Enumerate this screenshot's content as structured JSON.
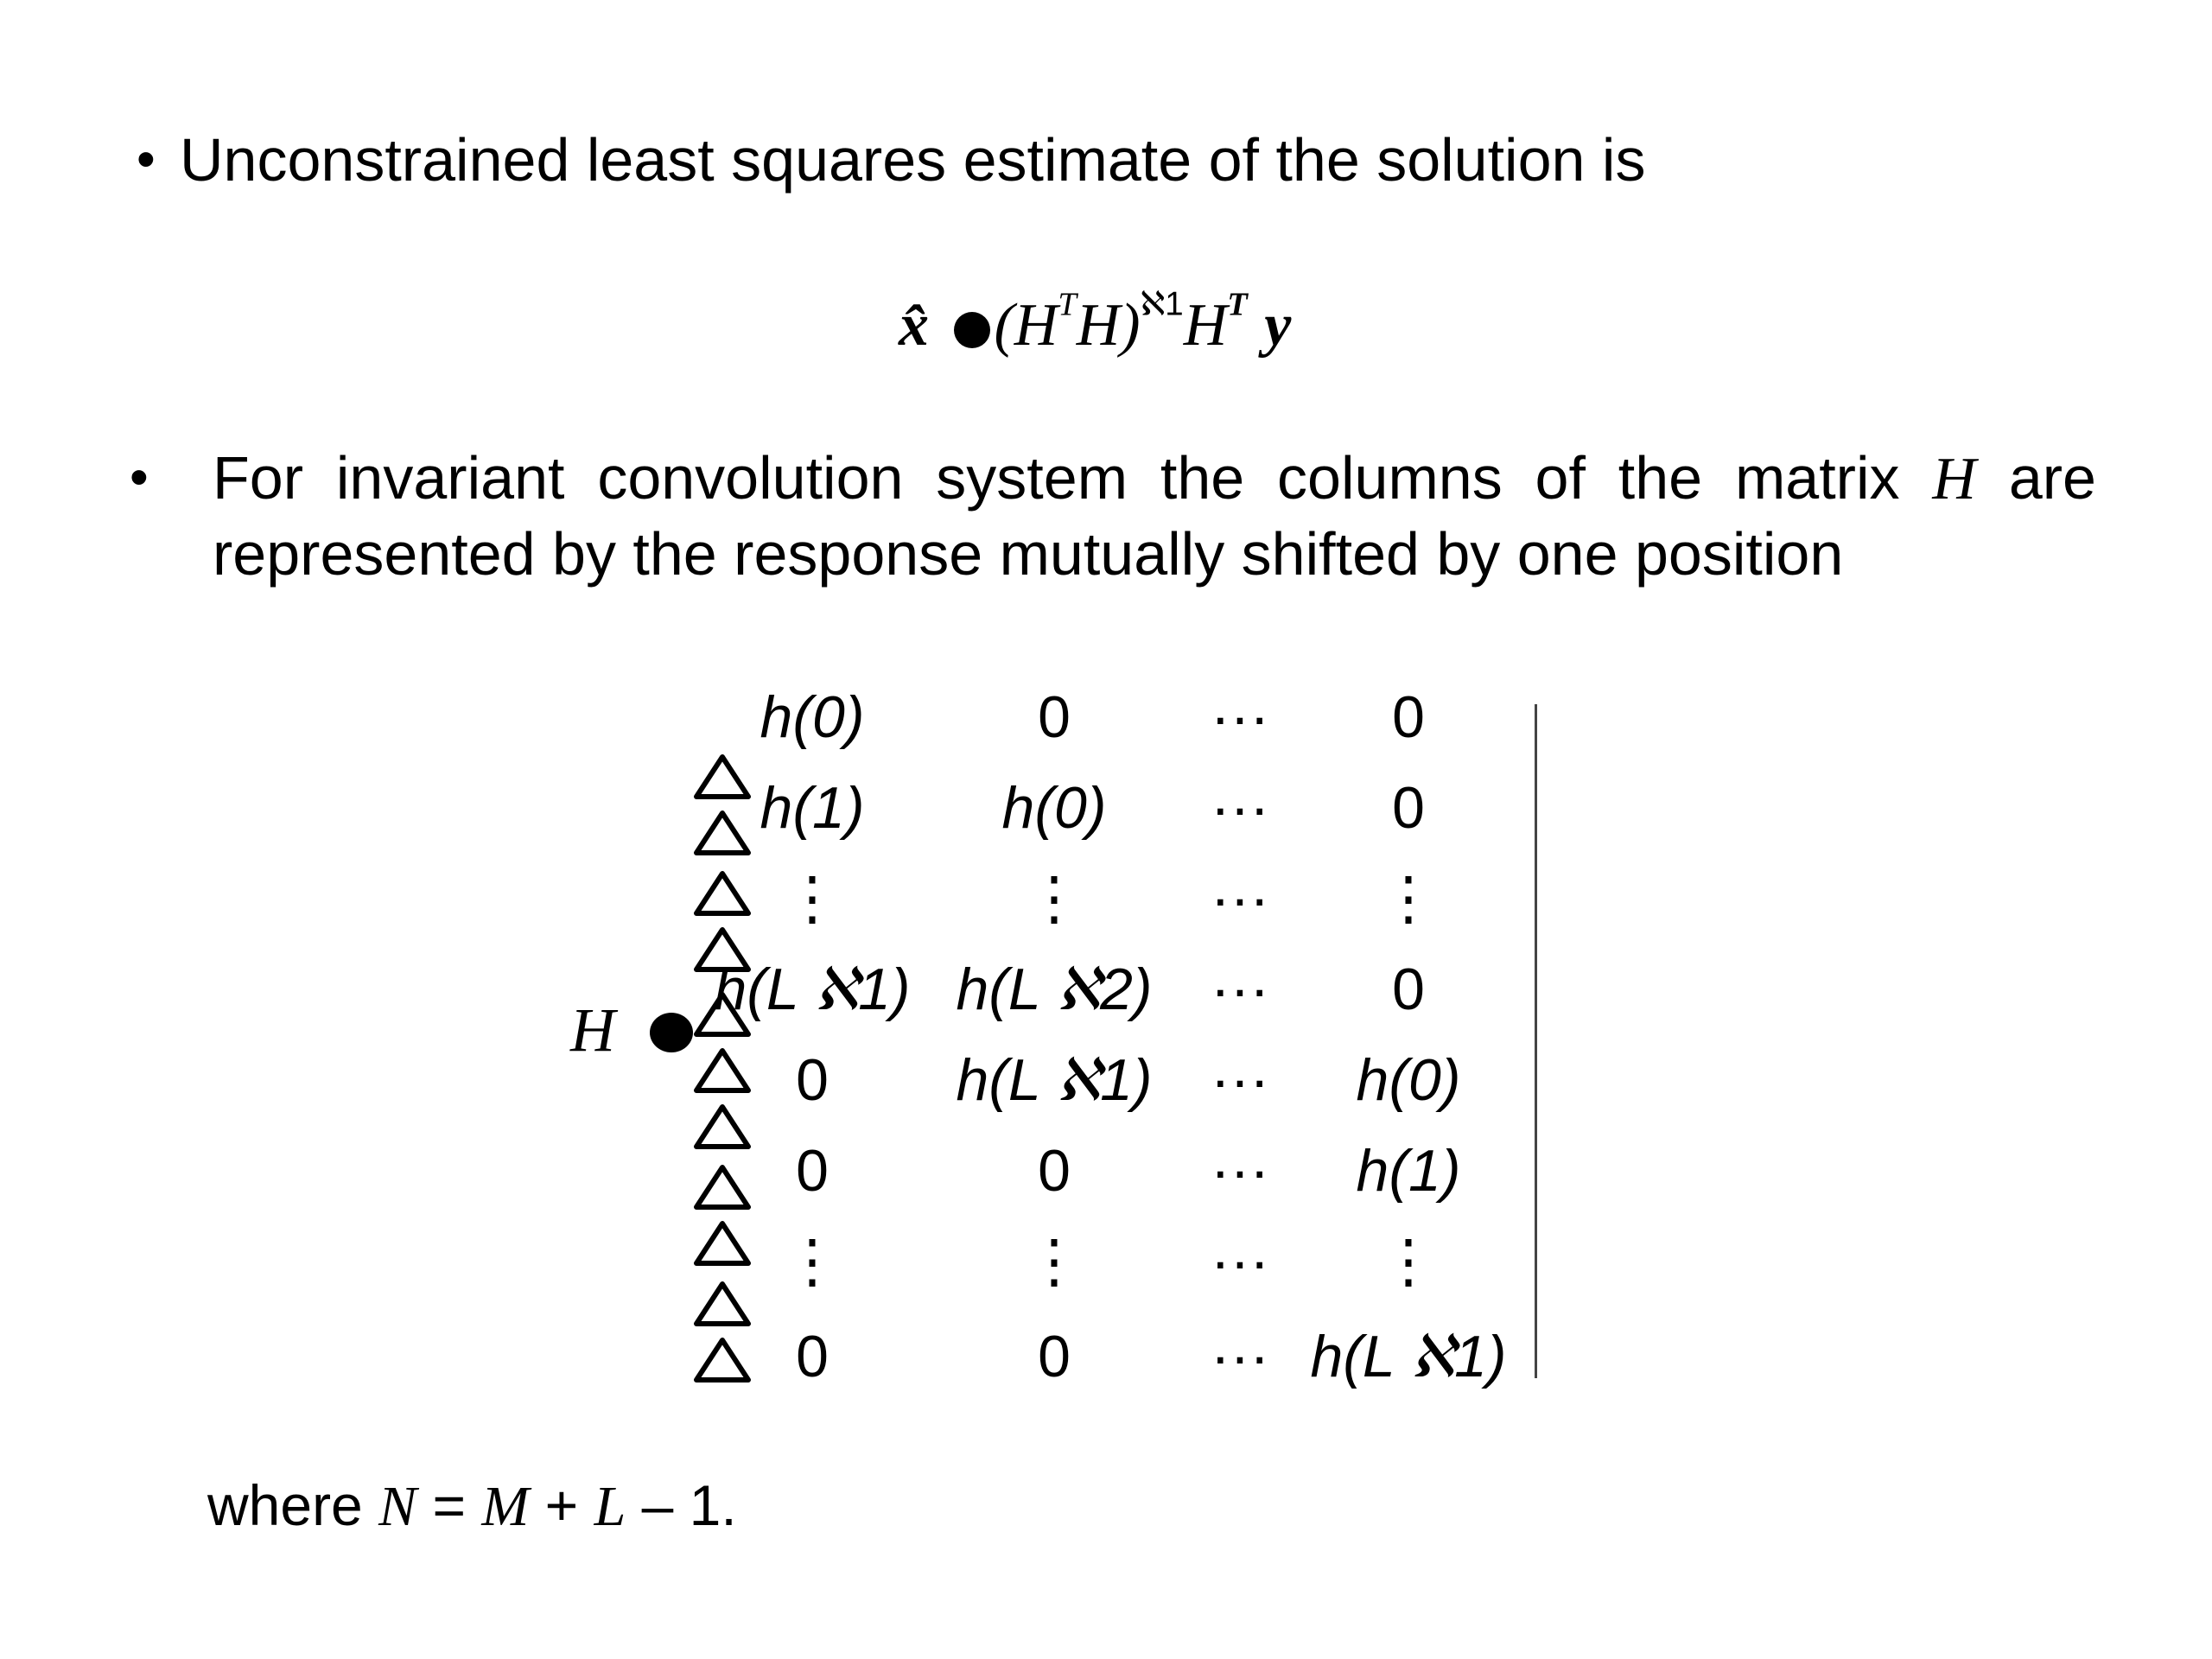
{
  "bullets": [
    {
      "marker": "•",
      "text": "Unconstrained least squares estimate of the solution is"
    },
    {
      "marker": "•",
      "text_before": "For invariant convolution system the columns of the matrix ",
      "text_var": "H",
      "text_after": " are represented by the response mutually shifted by one position"
    }
  ],
  "equation": {
    "lhs": "x̂",
    "part1": "(H",
    "sup1": "T",
    "part2": "H)",
    "sup2": "ℵ1",
    "part3": "H",
    "sup3": "T",
    "rhs": "y"
  },
  "matrix": {
    "label": "H",
    "rows": [
      [
        "h(0)",
        "0",
        "···",
        "0"
      ],
      [
        "h(1)",
        "h(0)",
        "···",
        "0"
      ],
      [
        "⋮",
        "⋮",
        "···",
        "⋮"
      ],
      [
        "h(L ℵ1)",
        "h(L ℵ2)",
        "···",
        "0"
      ],
      [
        "0",
        "h(L ℵ1)",
        "···",
        "h(0)"
      ],
      [
        "0",
        "0",
        "···",
        "h(1)"
      ],
      [
        "⋮",
        "⋮",
        "···",
        "⋮"
      ],
      [
        "0",
        "0",
        "···",
        "h(L ℵ1)"
      ]
    ]
  },
  "footer": {
    "prefix": "where ",
    "N": "N",
    "eq": " = ",
    "M": "M",
    "plus": " + ",
    "L": "L",
    "tail": " – 1."
  }
}
